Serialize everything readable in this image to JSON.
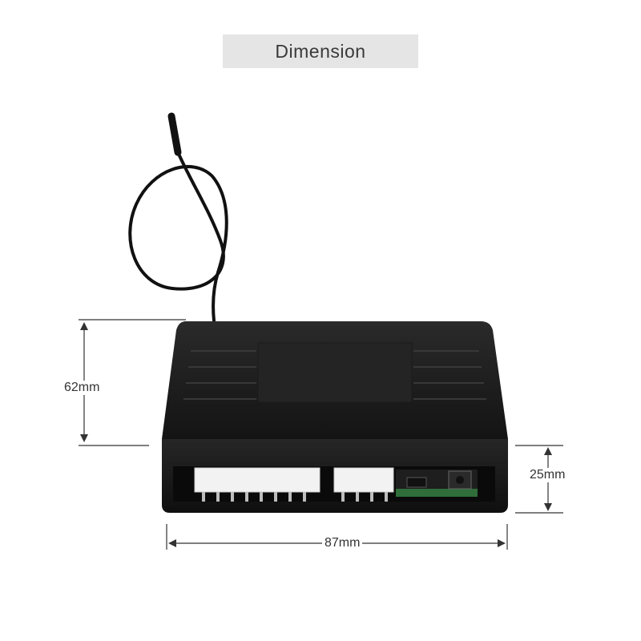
{
  "title": "Dimension",
  "dimensions": {
    "height": "62mm",
    "depth": "25mm",
    "width": "87mm"
  },
  "colors": {
    "title_bg": "#e5e5e5",
    "device_body": "#1b1b1b",
    "connector": "#f2f2f2",
    "pcb": "#2f6e3a"
  }
}
